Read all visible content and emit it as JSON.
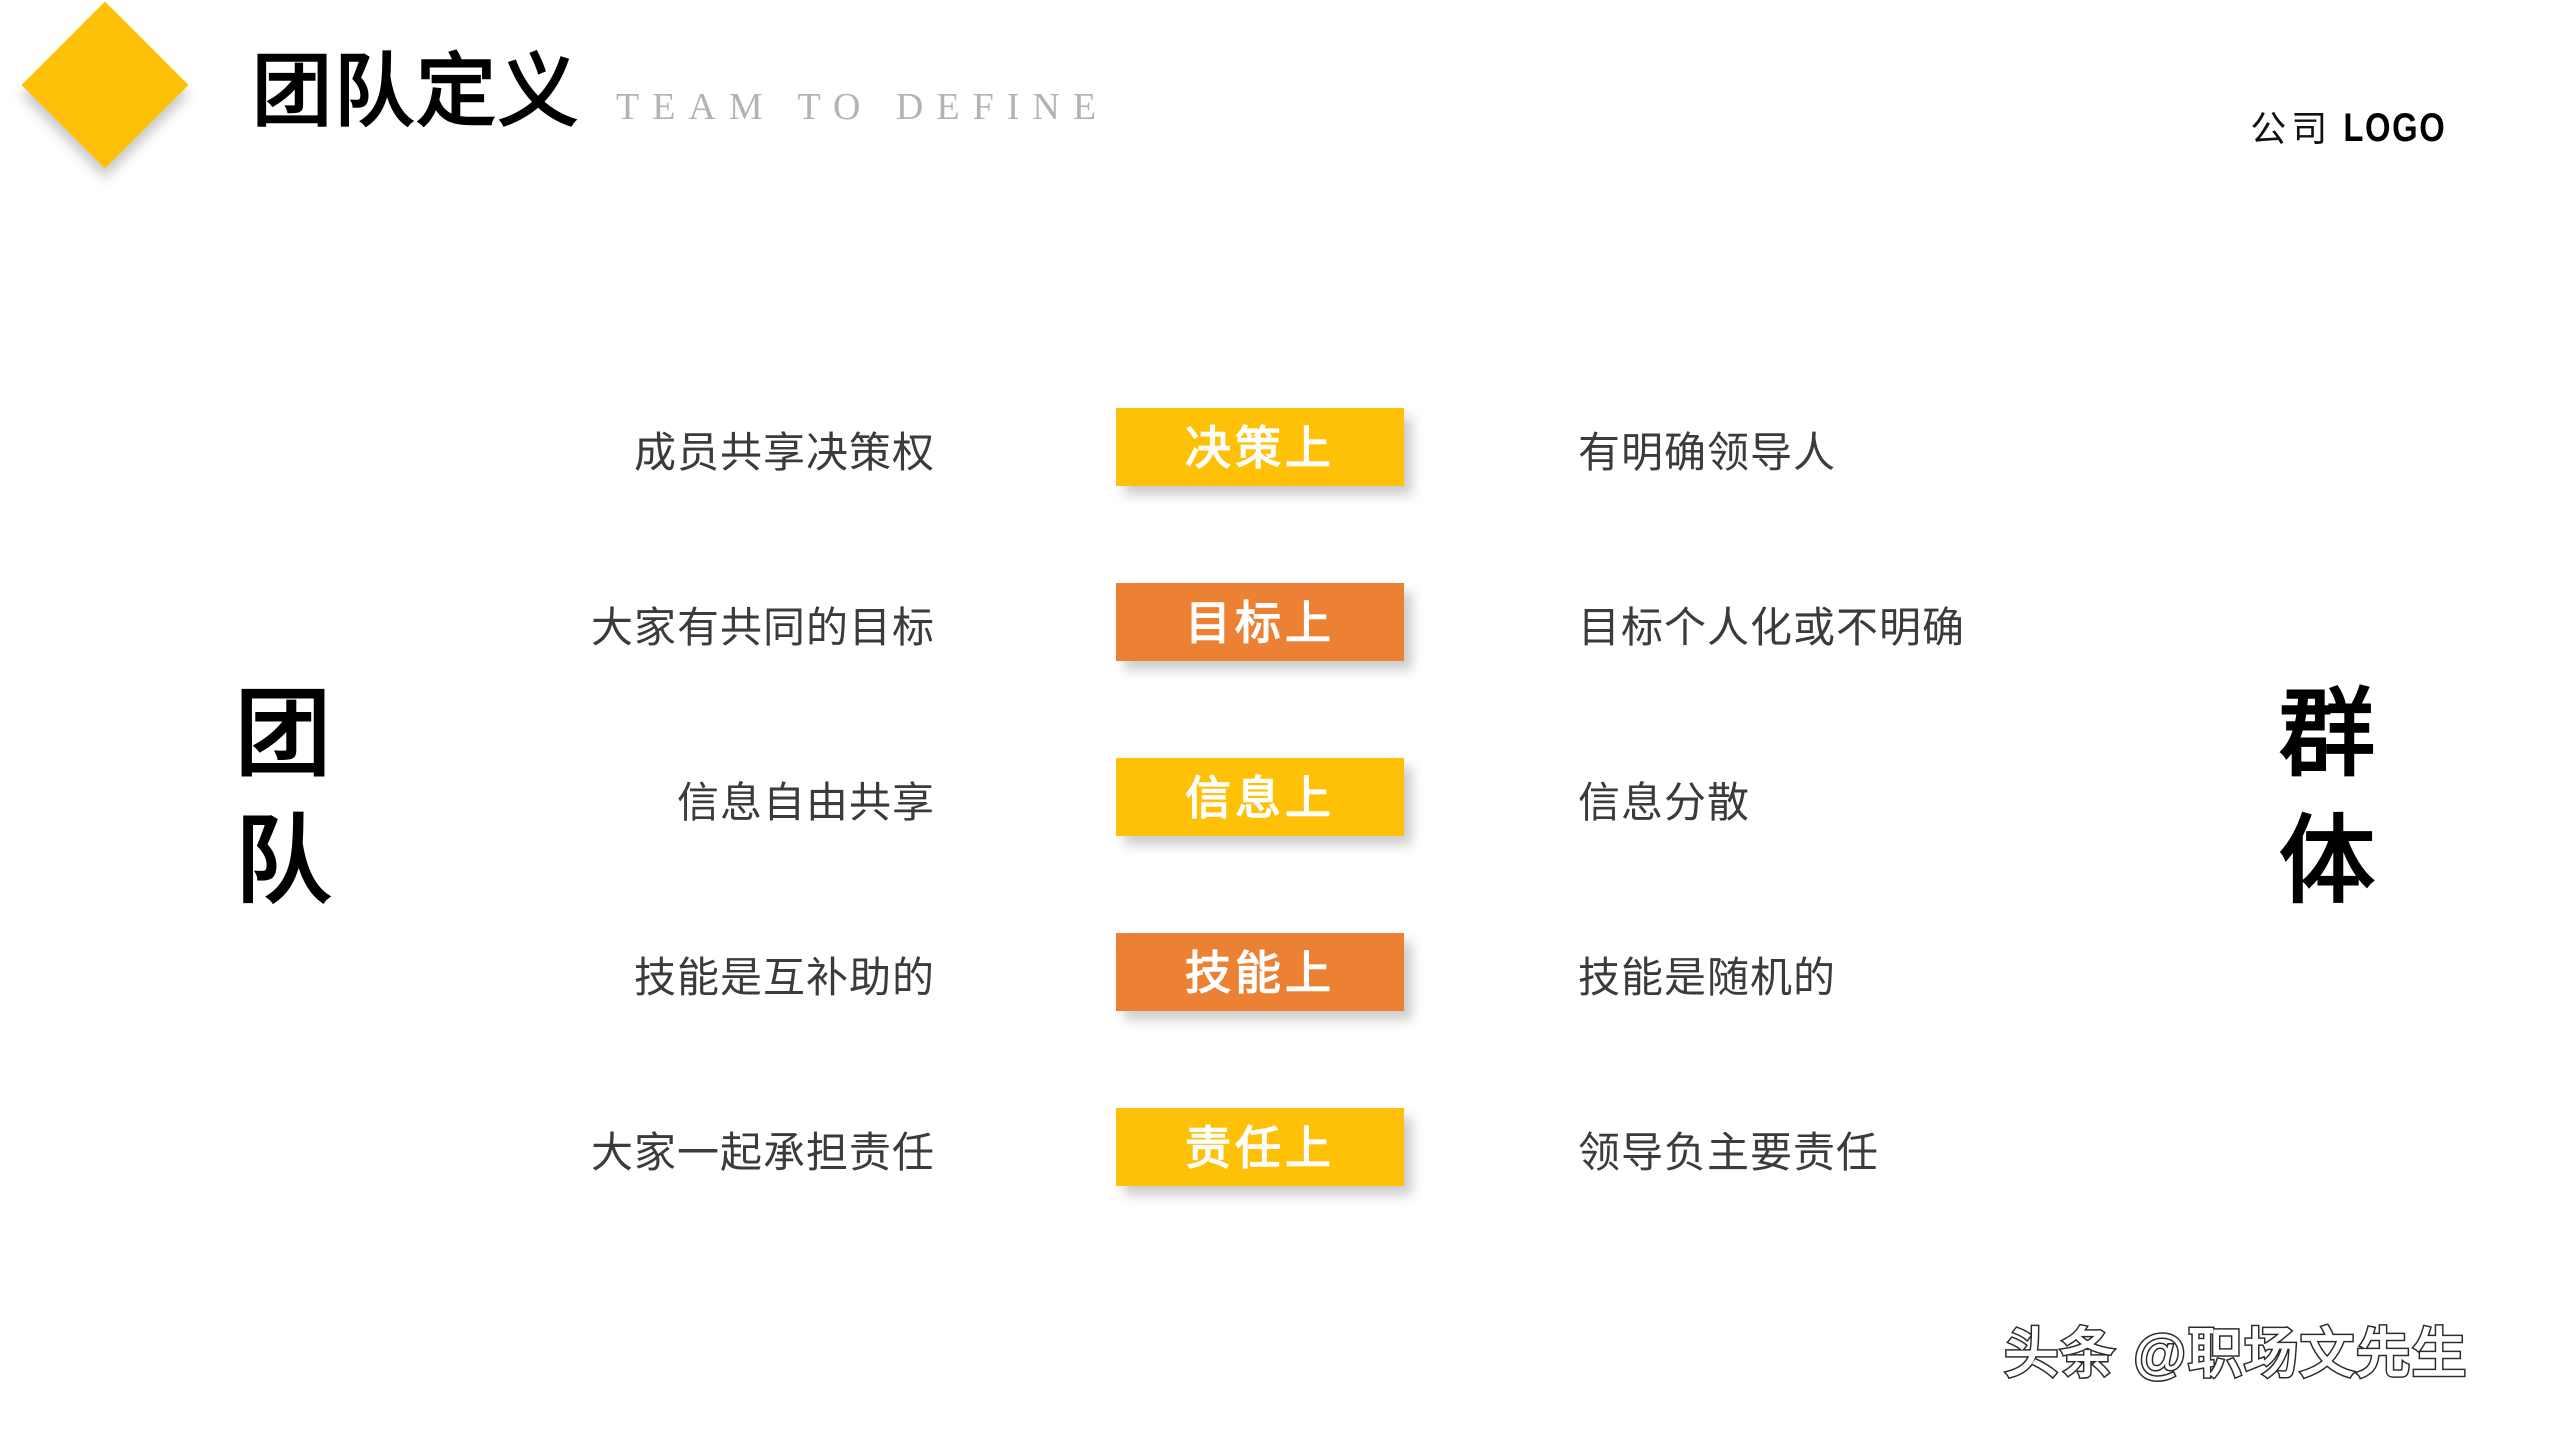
{
  "header": {
    "title": "团队定义",
    "subtitle": "TEAM TO DEFINE",
    "logo_cn": "公司",
    "logo_en": "LOGO",
    "diamond_color": "#FFC107"
  },
  "side_labels": {
    "left": "团队",
    "right": "群体"
  },
  "colors": {
    "yellow": "#FFC107",
    "orange": "#EC8033",
    "body_text": "#3b3b3b",
    "subtitle_text": "#b3b3b3"
  },
  "rows": [
    {
      "left": "成员共享决策权",
      "badge": "决策上",
      "badge_color": "#FFC107",
      "right": "有明确领导人"
    },
    {
      "left": "大家有共同的目标",
      "badge": "目标上",
      "badge_color": "#EC8033",
      "right": "目标个人化或不明确"
    },
    {
      "left": "信息自由共享",
      "badge": "信息上",
      "badge_color": "#FFC107",
      "right": "信息分散"
    },
    {
      "left": "技能是互补助的",
      "badge": "技能上",
      "badge_color": "#EC8033",
      "right": "技能是随机的"
    },
    {
      "left": "大家一起承担责任",
      "badge": "责任上",
      "badge_color": "#FFC107",
      "right": "领导负主要责任"
    }
  ],
  "watermark": "头条 @职场文先生"
}
